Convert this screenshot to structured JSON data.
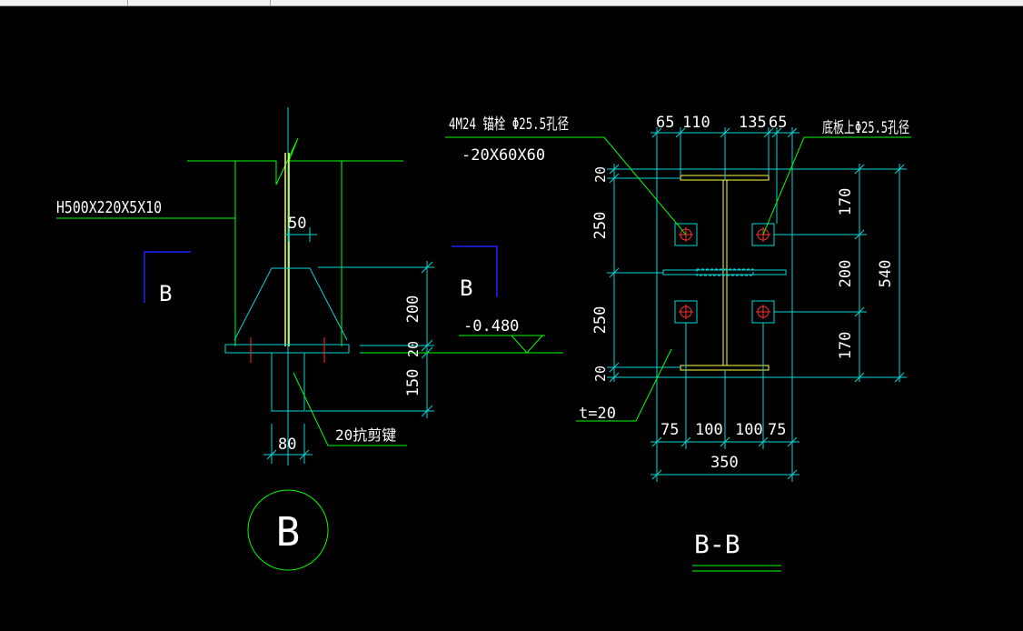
{
  "colors": {
    "background": "#000000",
    "dimension": "#00d8d8",
    "text": "#ffffff",
    "leader": "#00ff00",
    "profile": "#ffff40",
    "section_mark": "#2020ff",
    "hole": "#ff3030"
  },
  "left_view": {
    "member_label": "H500X220X5X10",
    "dim_50": "50",
    "section_marker_left": "B",
    "section_marker_right": "B",
    "dim_200": "200",
    "dim_20": "20",
    "dim_150": "150",
    "elevation": "-0.480",
    "shear_key_label": "20抗剪键",
    "dim_80": "80",
    "detail_mark": "B"
  },
  "right_view": {
    "bolt_label": "4M24 锚栓 Φ25.5孔径",
    "washer_label": "-20X60X60",
    "hole_label": "底板上Φ25.5孔径",
    "top_dims": [
      "65",
      "110",
      "135",
      "65"
    ],
    "left_dims": [
      "20",
      "250",
      "250",
      "20"
    ],
    "right_dims": [
      "170",
      "200",
      "170"
    ],
    "overall_height": "540",
    "plate_thickness": "t=20",
    "bottom_dims": [
      "75",
      "100",
      "100",
      "75"
    ],
    "overall_width": "350",
    "section_title": "B-B"
  }
}
